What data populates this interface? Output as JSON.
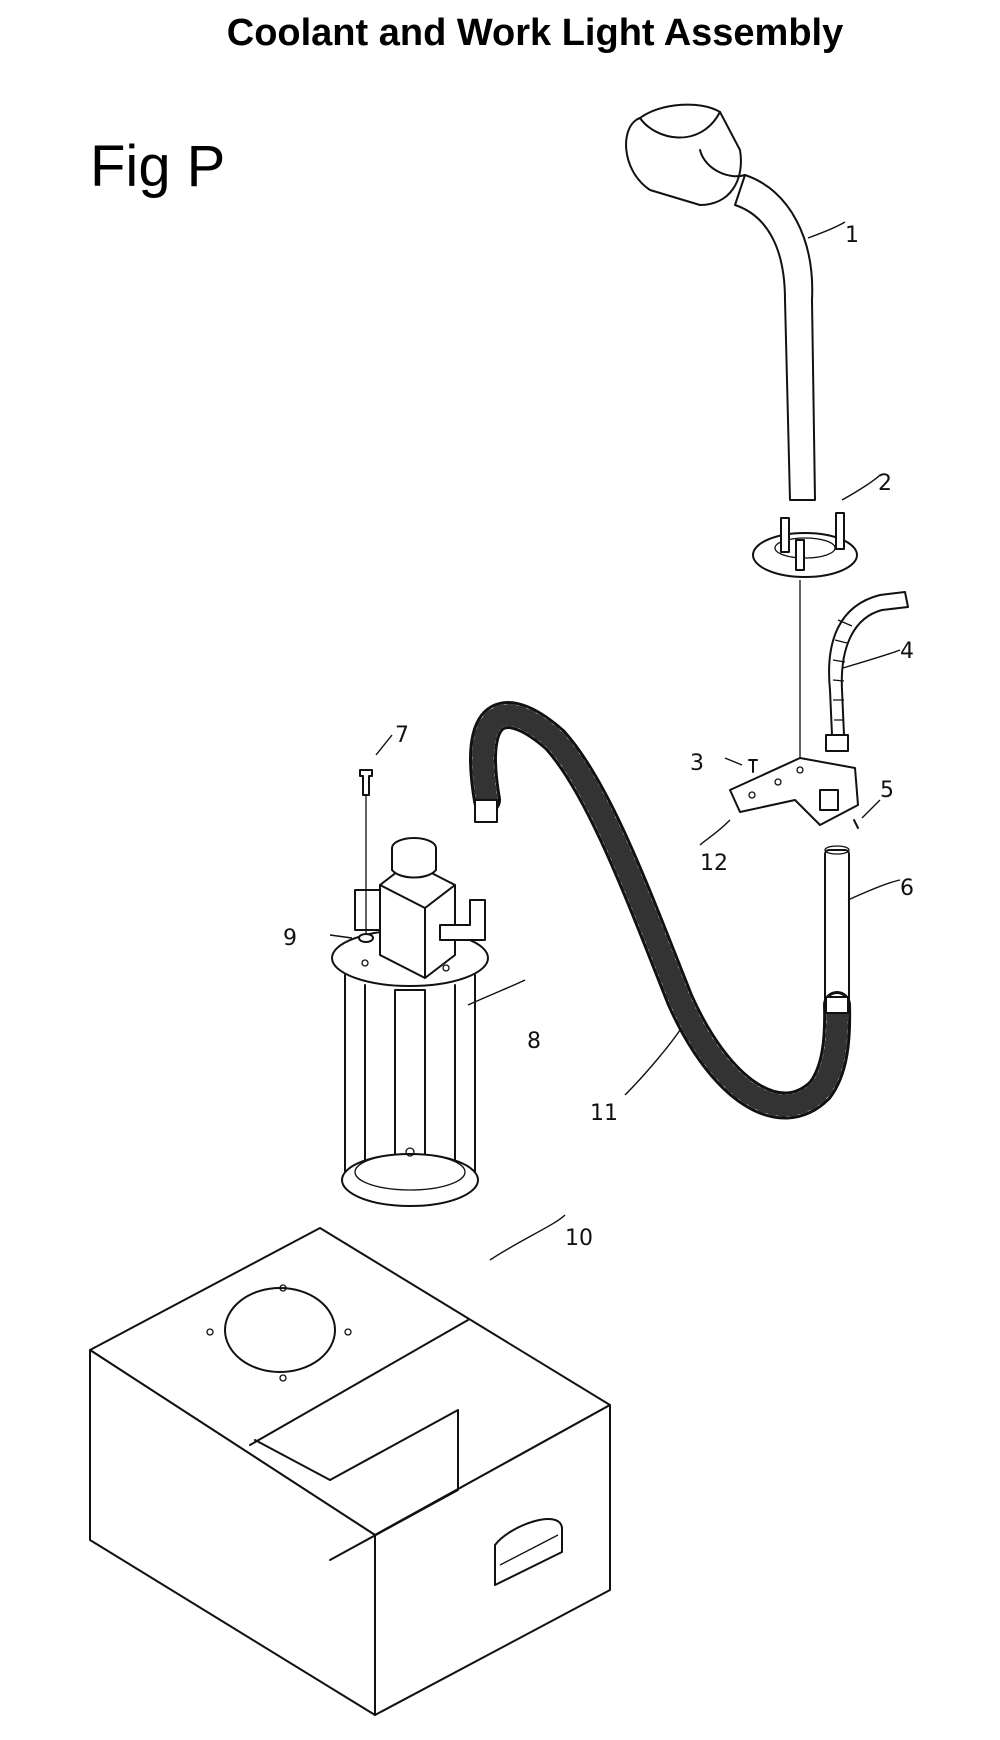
{
  "title": "Coolant and Work Light Assembly",
  "figure_label": "Fig P",
  "callouts": [
    "1",
    "2",
    "3",
    "4",
    "5",
    "6",
    "7",
    "8",
    "9",
    "10",
    "11",
    "12"
  ]
}
